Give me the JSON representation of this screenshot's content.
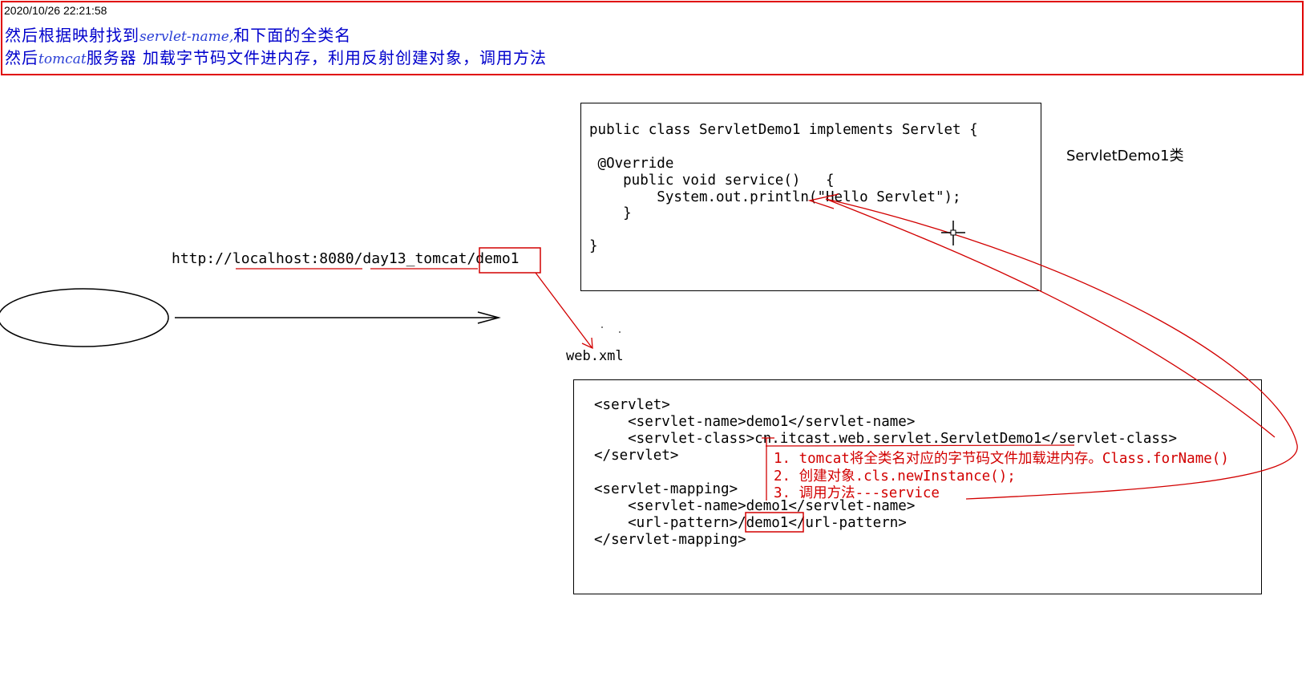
{
  "note": {
    "timestamp": "2020/10/26 22:21:58",
    "line1_a": "然后根据映射找到",
    "line1_hand": "servlet-name,",
    "line1_b": "和下面的全类名",
    "line2_a": "然后",
    "line2_hand": "tomcat",
    "line2_b": "服务器 加载字节码文件进内存，利用反射创建对象，调用方法"
  },
  "class_box": {
    "caption": "ServletDemo1类",
    "lines": [
      "public class ServletDemo1 implements Servlet {",
      "",
      " @Override",
      "    public void service()   {",
      "        System.out.println(\"Hello Servlet\");",
      "    }",
      "",
      "}"
    ]
  },
  "url": {
    "prefix": "http://",
    "host": "localhost:8080",
    "sep1": "/",
    "app": "day13_tomcat",
    "sep2": "",
    "path": "/demo1"
  },
  "webxml_label": "web.xml",
  "xml_box": {
    "lines": [
      "<servlet>",
      "    <servlet-name>demo1</servlet-name>",
      "    <servlet-class>cn.itcast.web.servlet.ServletDemo1</servlet-class>",
      "</servlet>",
      "",
      "<servlet-mapping>",
      "    <servlet-name>demo1</servlet-name>",
      "    <url-pattern>/demo1</url-pattern>",
      "</servlet-mapping>"
    ],
    "steps": [
      "1. tomcat将全类名对应的字节码文件加载进内存。Class.forName()",
      "2. 创建对象.cls.newInstance();",
      "3. 调用方法---service"
    ]
  },
  "colors": {
    "note_border": "#e00000",
    "note_text": "#0000cc",
    "annotation": "#d20000"
  }
}
